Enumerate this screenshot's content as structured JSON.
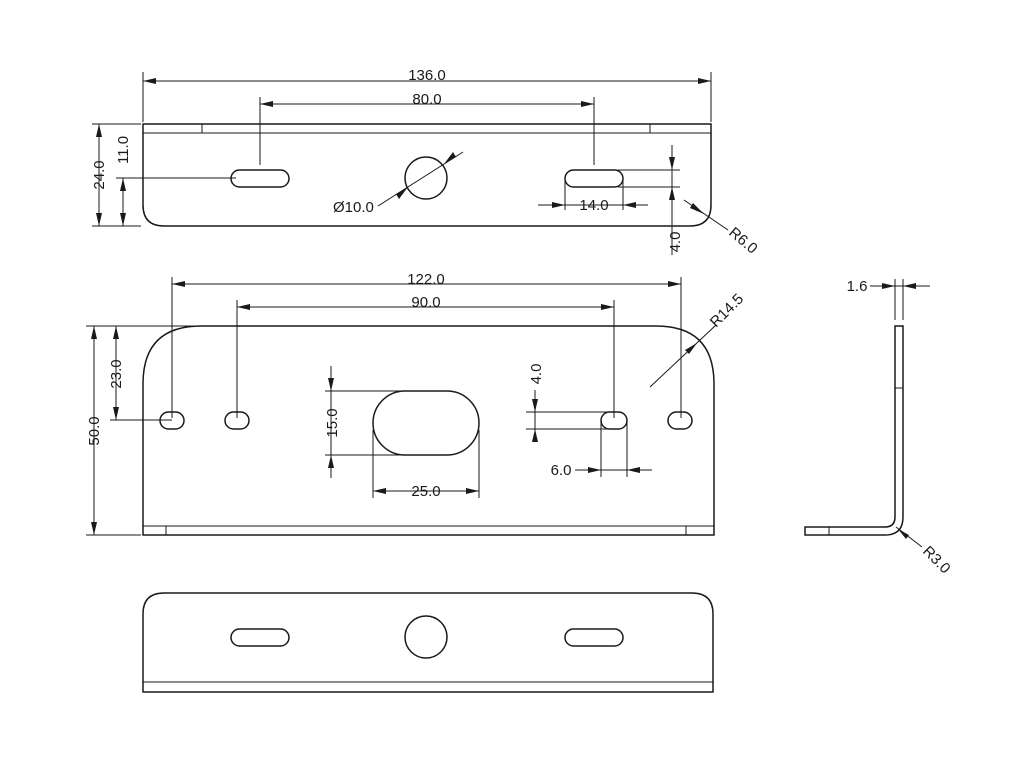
{
  "drawing": {
    "top_view": {
      "overall_length": "136.0",
      "slot_spacing": "80.0",
      "height": "24.0",
      "slot_height_pos": "11.0",
      "hole_diameter": "Ø10.0",
      "slot_length": "14.0",
      "slot_width": "4.0",
      "corner_radius": "R6.0"
    },
    "front_view": {
      "outer_hole_spacing": "122.0",
      "inner_hole_spacing": "90.0",
      "corner_radius": "R14.5",
      "height": "50.0",
      "hole_height_pos": "23.0",
      "center_slot_height": "15.0",
      "center_slot_width": "25.0",
      "small_slot_width": "4.0",
      "small_slot_length": "6.0"
    },
    "side_view": {
      "thickness": "1.6",
      "bend_radius": "R3.0"
    }
  }
}
